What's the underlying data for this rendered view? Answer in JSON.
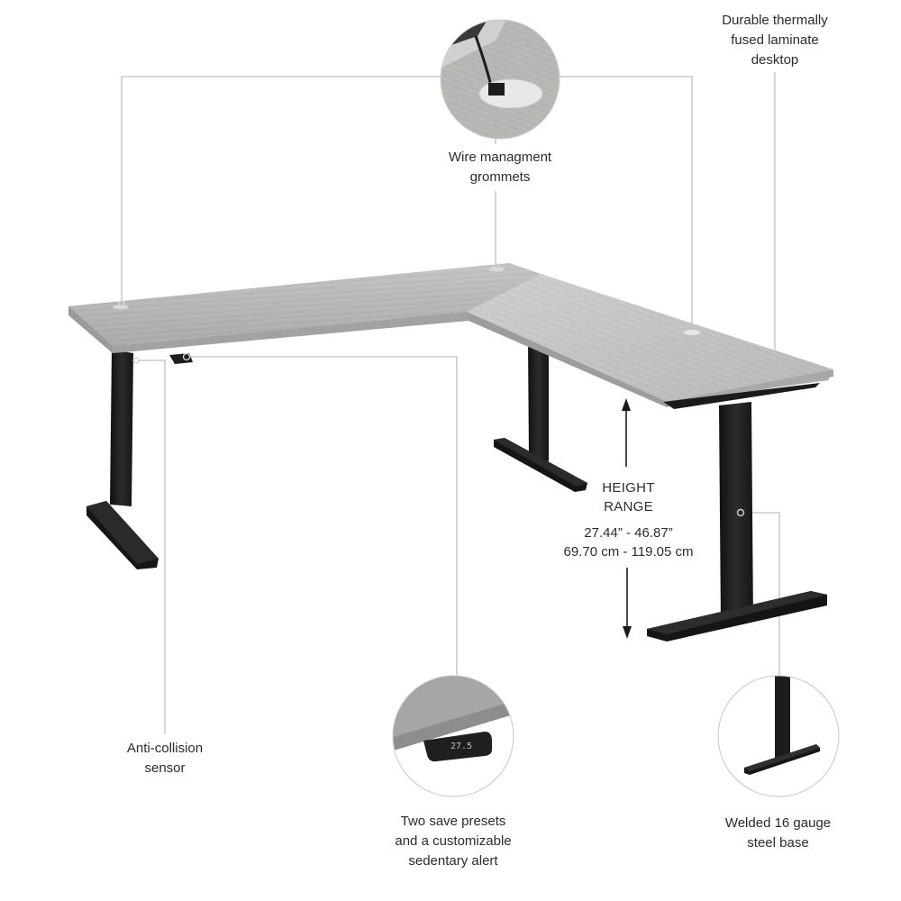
{
  "product": "L-shaped electric height-adjustable standing desk",
  "colors": {
    "leader_line": "#c9c9c9",
    "desktop": "#b9b9b9",
    "frame": "#1e1e1e",
    "text": "#2b2b2b"
  },
  "callouts": {
    "desktop": {
      "lines": [
        "Durable thermally",
        "fused laminate",
        "desktop"
      ]
    },
    "grommets": {
      "lines": [
        "Wire managment",
        "grommets"
      ]
    },
    "height": {
      "title_lines": [
        "HEIGHT",
        "RANGE"
      ],
      "imperial": "27.44” - 46.87”",
      "metric": "69.70 cm - 119.05 cm"
    },
    "sensor": {
      "lines": [
        "Anti-collision",
        "sensor"
      ]
    },
    "presets": {
      "lines": [
        "Two save presets",
        "and a customizable",
        "sedentary alert"
      ]
    },
    "base": {
      "lines": [
        "Welded 16 gauge",
        "steel base"
      ]
    }
  },
  "insets": {
    "grommet_detail": {
      "icon": "grommet-closeup"
    },
    "controller_detail": {
      "display_value": "27.5"
    },
    "base_detail": {
      "icon": "t-leg-closeup"
    }
  },
  "icons": {
    "height_arrow_up": "arrow-up",
    "height_arrow_down": "arrow-down"
  }
}
